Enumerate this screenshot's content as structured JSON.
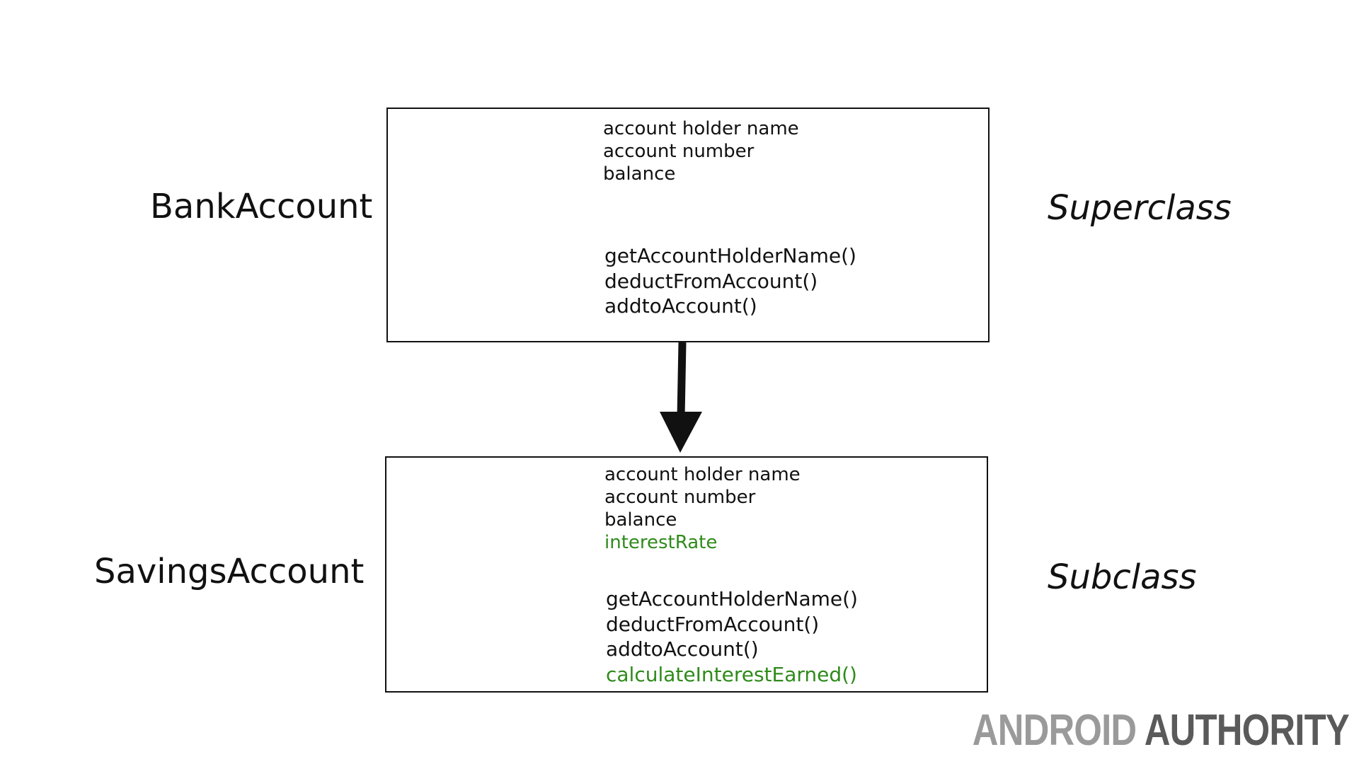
{
  "superclass": {
    "name": "BankAccount",
    "role": "Superclass",
    "attributes": [
      {
        "text": "account holder name",
        "inherited": true
      },
      {
        "text": "account number",
        "inherited": true
      },
      {
        "text": "balance",
        "inherited": true
      }
    ],
    "methods": [
      {
        "text": "getAccountHolderName()",
        "inherited": true
      },
      {
        "text": "deductFromAccount()",
        "inherited": true
      },
      {
        "text": "addtoAccount()",
        "inherited": true
      }
    ]
  },
  "subclass": {
    "name": "SavingsAccount",
    "role": "Subclass",
    "attributes": [
      {
        "text": "account holder name",
        "inherited": true
      },
      {
        "text": "account number",
        "inherited": true
      },
      {
        "text": "balance",
        "inherited": true
      },
      {
        "text": "interestRate",
        "inherited": false
      }
    ],
    "methods": [
      {
        "text": "getAccountHolderName()",
        "inherited": true
      },
      {
        "text": "deductFromAccount()",
        "inherited": true
      },
      {
        "text": "addtoAccount()",
        "inherited": true
      },
      {
        "text": "calculateInterestEarned()",
        "inherited": false
      }
    ]
  },
  "colors": {
    "added_member": "#2e8b1a",
    "outline": "#111111"
  },
  "watermark": {
    "part1": "ANDROID",
    "part2": "AUTHORITY"
  }
}
